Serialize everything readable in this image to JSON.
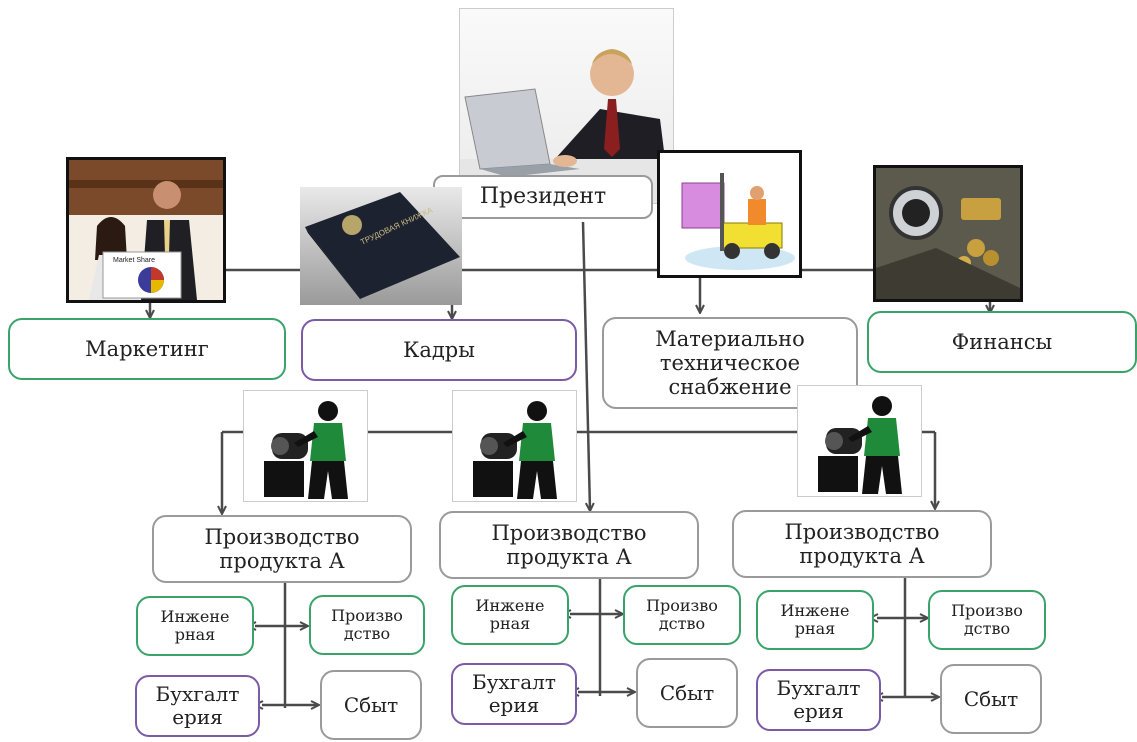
{
  "president": "Президент",
  "departments": {
    "marketing": "Маркетинг",
    "hr": "Кадры",
    "supply": "Материально\nтехническое\nснабжение",
    "finance": "Финансы"
  },
  "production_units": [
    {
      "title": "Производство\nпродукта А",
      "engineering": "Инжене\nрная",
      "production": "Произво\nдство",
      "accounting": "Бухгалт\nерия",
      "sales": "Сбыт"
    },
    {
      "title": "Производство\nпродукта А",
      "engineering": "Инжене\nрная",
      "production": "Произво\nдство",
      "accounting": "Бухгалт\nерия",
      "sales": "Сбыт"
    },
    {
      "title": "Производство\nпродукта А",
      "engineering": "Инжене\nрная",
      "production": "Произво\nдство",
      "accounting": "Бухгалт\nерия",
      "sales": "Сбыт"
    }
  ],
  "photo_text": {
    "market_share": "Market Share",
    "passport": "ТРУДОВАЯ КНИЖКА"
  },
  "colors": {
    "green_border": "#3aa36a",
    "purple_border": "#7b5aa6",
    "gray_border": "#9a9a9a",
    "connector": "#4a4a4a"
  }
}
